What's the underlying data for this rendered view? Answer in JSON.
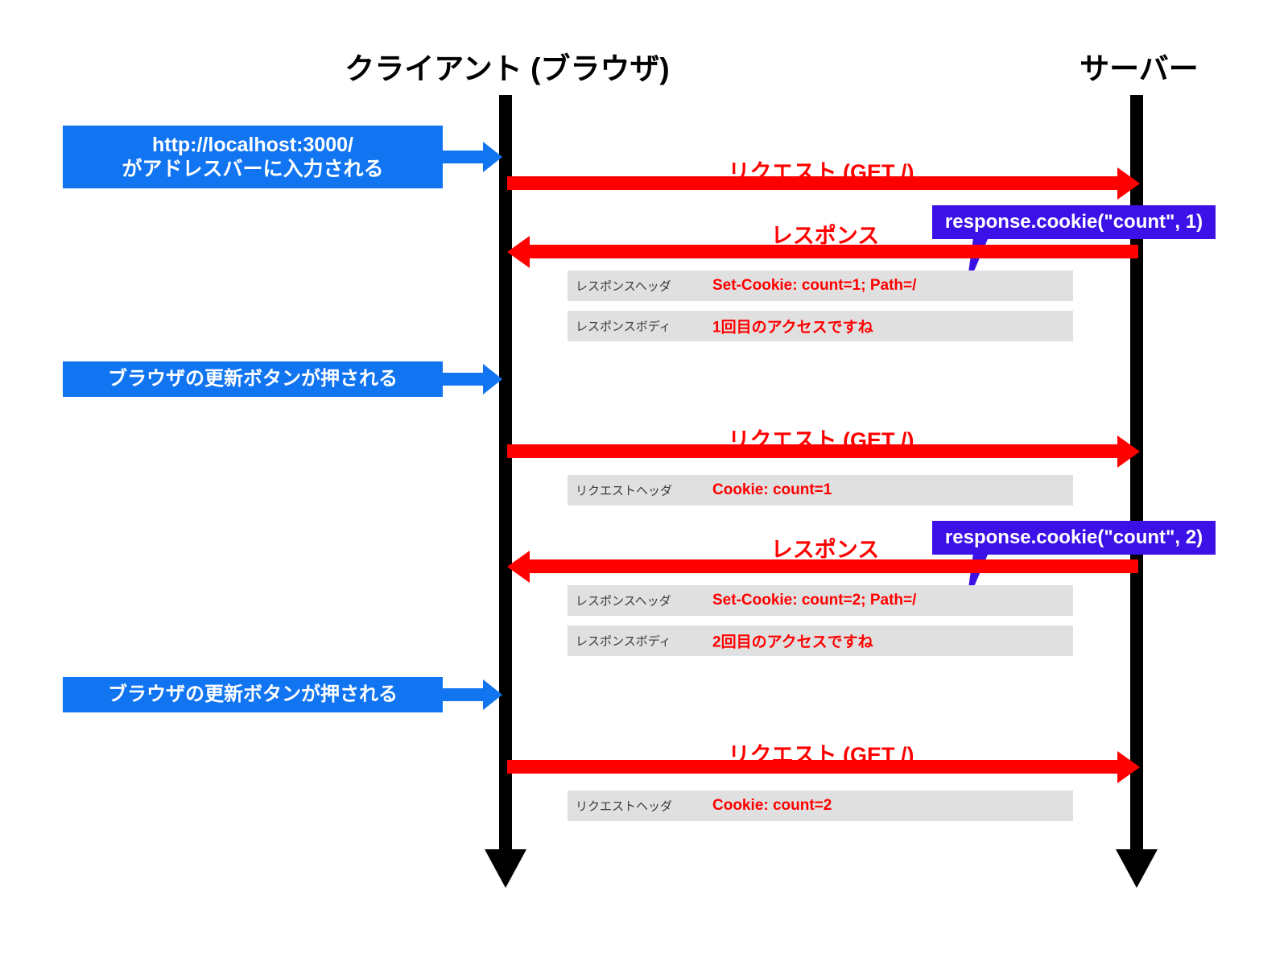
{
  "diagram": {
    "type": "sequence-diagram",
    "background": "#ffffff",
    "colors": {
      "lifeline": "#000000",
      "event_box": "#1175F2",
      "message": "#FF0000",
      "detail_row": "#E0E0E0",
      "callout": "#3B11E8"
    },
    "actors": [
      {
        "id": "client",
        "label": "クライアント (ブラウザ)"
      },
      {
        "id": "server",
        "label": "サーバー"
      }
    ],
    "events": [
      {
        "id": "event-1",
        "lines": [
          "http://localhost:3000/",
          "がアドレスバーに入力される"
        ]
      },
      {
        "id": "event-2",
        "lines": [
          "ブラウザの更新ボタンが押される"
        ]
      },
      {
        "id": "event-3",
        "lines": [
          "ブラウザの更新ボタンが押される"
        ]
      }
    ],
    "messages": [
      {
        "id": "msg-1",
        "label": "リクエスト (GET /)",
        "direction": "client-to-server"
      },
      {
        "id": "msg-2",
        "label": "レスポンス",
        "direction": "server-to-client"
      },
      {
        "id": "msg-3",
        "label": "リクエスト (GET /)",
        "direction": "client-to-server"
      },
      {
        "id": "msg-4",
        "label": "レスポンス",
        "direction": "server-to-client"
      },
      {
        "id": "msg-5",
        "label": "リクエスト (GET /)",
        "direction": "client-to-server"
      }
    ],
    "detail_rows": [
      {
        "id": "row-1",
        "key": "レスポンスヘッダ",
        "value": "Set-Cookie: count=1; Path=/"
      },
      {
        "id": "row-2",
        "key": "レスポンスボディ",
        "value": "1回目のアクセスですね"
      },
      {
        "id": "row-3",
        "key": "リクエストヘッダ",
        "value": "Cookie: count=1"
      },
      {
        "id": "row-4",
        "key": "レスポンスヘッダ",
        "value": "Set-Cookie: count=2; Path=/"
      },
      {
        "id": "row-5",
        "key": "レスポンスボディ",
        "value": "2回目のアクセスですね"
      },
      {
        "id": "row-6",
        "key": "リクエストヘッダ",
        "value": "Cookie: count=2"
      }
    ],
    "callouts": [
      {
        "id": "callout-1",
        "label": "response.cookie(\"count\", 1)"
      },
      {
        "id": "callout-2",
        "label": "response.cookie(\"count\", 2)"
      }
    ]
  }
}
